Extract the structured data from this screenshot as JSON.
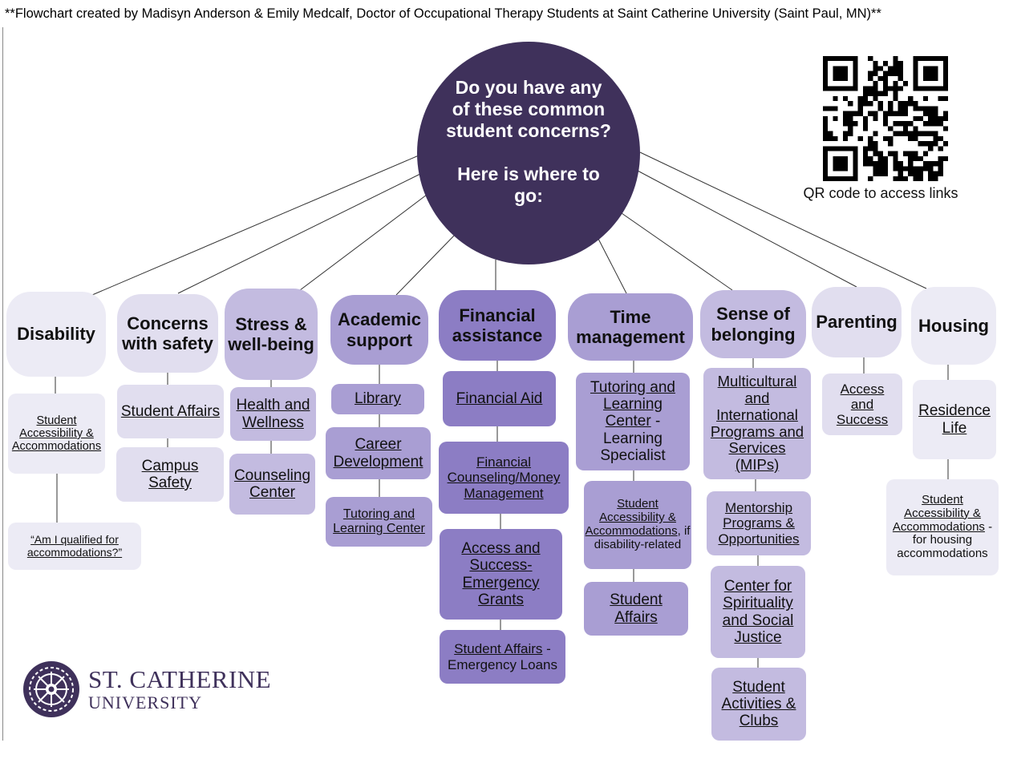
{
  "credit": "**Flowchart created by Madisyn Anderson & Emily Medcalf, Doctor of Occupational Therapy Students at Saint Catherine University (Saint Paul, MN)**",
  "center": {
    "question": "Do you have any of these common student concerns?",
    "where": "Here is where to go:"
  },
  "qr": {
    "caption": "QR code to access links"
  },
  "logo": {
    "line1": "ST. CATHERINE",
    "line2": "UNIVERSITY"
  },
  "colors": {
    "center": "#3f315b",
    "lightest": "#ecebf5",
    "light": "#e1deef",
    "mid": "#c3bbe0",
    "medium": "#a99ed3",
    "dark": "#8c7dc4"
  },
  "categories": {
    "disability": {
      "title": "Disability",
      "items": [
        "Student Accessibility & Accommodations",
        "“Am I qualified for accommodations?”"
      ]
    },
    "safety": {
      "title": "Concerns with safety",
      "items": [
        "Student Affairs",
        "Campus Safety"
      ]
    },
    "stress": {
      "title": "Stress & well-being",
      "items": [
        "Health and Wellness",
        "Counseling Center"
      ]
    },
    "academic": {
      "title": "Academic support",
      "items": [
        "Library",
        "Career Development",
        "Tutoring and Learning Center"
      ]
    },
    "financial": {
      "title": "Financial assistance",
      "items": [
        "Financial Aid",
        "Financial Counseling/Money Management",
        "Access and Success- Emergency Grants"
      ],
      "loans_link": "Student Affairs",
      "loans_suffix": " - Emergency Loans"
    },
    "time": {
      "title": "Time management",
      "tutoring_link": "Tutoring and Learning Center",
      "tutoring_suffix": " - Learning Specialist",
      "sa_link": "Student Accessibility & Accommodations",
      "sa_suffix": ", if disability-related",
      "affairs": "Student Affairs"
    },
    "belonging": {
      "title": "Sense of belonging",
      "items": [
        "Multicultural and International Programs and Services (MIPs)",
        "Mentorship Programs & Opportunities",
        "Center for Spirituality and Social Justice",
        "Student Activities & Clubs"
      ]
    },
    "parenting": {
      "title": "Parenting",
      "items": [
        "Access and Success"
      ]
    },
    "housing": {
      "title": "Housing",
      "residence": "Residence Life",
      "sa_link": "Student Accessibility & Accommodations",
      "sa_suffix": " - for housing accommodations"
    }
  }
}
